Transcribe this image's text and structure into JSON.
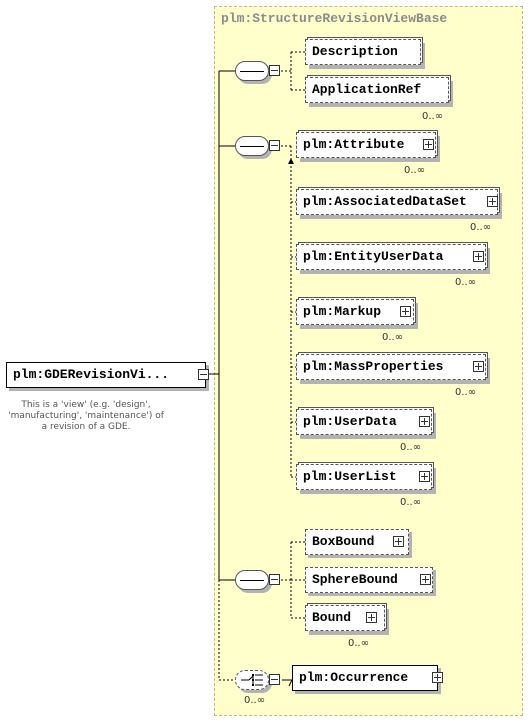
{
  "diagram": {
    "base_title": "plm:StructureRevisionViewBase",
    "root": {
      "label": "plm:GDERevisionVi...",
      "annotation": "This is a 'view' (e.g. 'design', 'manufacturing', 'maintenance') of a revision of a GDE."
    },
    "sequence1": {
      "elements": [
        {
          "label": "Description"
        },
        {
          "label": "ApplicationRef",
          "cardinality": "0..∞"
        }
      ]
    },
    "sequence2": {
      "elements": [
        {
          "label": "plm:Attribute",
          "cardinality": "0..∞"
        },
        {
          "label": "plm:AssociatedDataSet",
          "cardinality": "0..∞"
        },
        {
          "label": "plm:EntityUserData",
          "cardinality": "0..∞"
        },
        {
          "label": "plm:Markup",
          "cardinality": "0..∞"
        },
        {
          "label": "plm:MassProperties",
          "cardinality": "0..∞"
        },
        {
          "label": "plm:UserData",
          "cardinality": "0..∞"
        },
        {
          "label": "plm:UserList",
          "cardinality": "0..∞"
        }
      ]
    },
    "sequence3": {
      "elements": [
        {
          "label": "BoxBound"
        },
        {
          "label": "SphereBound"
        },
        {
          "label": "Bound",
          "cardinality": "0..∞"
        }
      ]
    },
    "choice": {
      "cardinality": "0..∞",
      "elements": [
        {
          "label": "plm:Occurrence"
        }
      ]
    }
  }
}
